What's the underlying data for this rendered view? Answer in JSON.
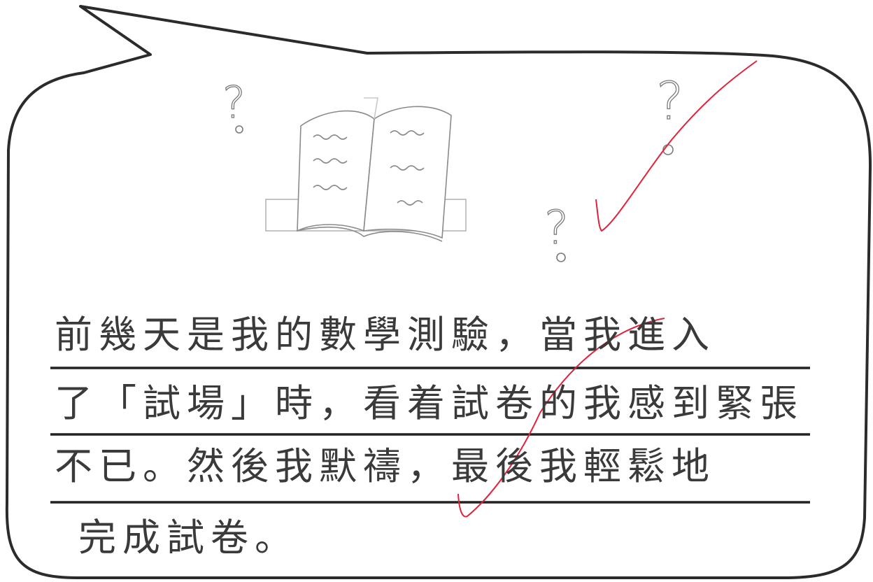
{
  "writing": {
    "lines": [
      "前幾天是我的數學測驗，當我進入",
      "了「試場」時，看着試卷的我感到緊張",
      "不已。然後我默禱，最後我輕鬆地",
      "完成試卷。"
    ]
  },
  "doodle": {
    "question_marks": [
      "?",
      "?",
      "?"
    ]
  },
  "colors": {
    "ink": "#3a3a3a",
    "pencil": "#8a8a8a",
    "rule": "#222222",
    "correction": "#e0223a"
  },
  "icons": [
    "speech-bubble-outline",
    "open-book-icon",
    "question-mark-icon",
    "red-check-mark-icon"
  ]
}
